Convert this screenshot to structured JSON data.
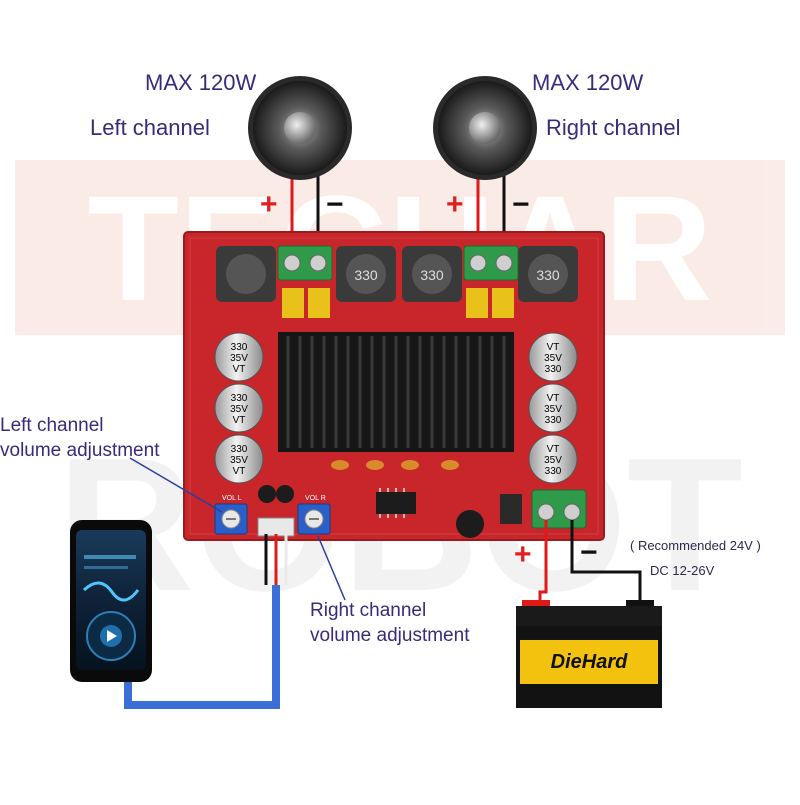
{
  "speakers": {
    "left": {
      "power": "MAX 120W",
      "channel": "Left channel"
    },
    "right": {
      "power": "MAX 120W",
      "channel": "Right channel"
    }
  },
  "polarity": {
    "plus": "+",
    "minus": "−"
  },
  "capacitors": {
    "line1": "330",
    "line2": "35V",
    "line3": "VT"
  },
  "inductor_label": "330",
  "pots": {
    "left_label": "VOL L",
    "right_label": "VOL R"
  },
  "annotations": {
    "left_volume": {
      "line1": "Left channel",
      "line2": "volume adjustment"
    },
    "right_volume": {
      "line1": "Right channel",
      "line2": "volume adjustment"
    },
    "power": {
      "recommended": "( Recommended 24V )",
      "range": "DC 12-26V"
    }
  },
  "battery": {
    "brand": "DieHard"
  },
  "watermark": {
    "top": "TECHAR",
    "bottom": "ROBOT"
  },
  "colors": {
    "board": "#c8262a",
    "label_text": "#3a2a7a",
    "terminal": "#2f9a4a",
    "wire_red": "#e01818",
    "wire_black": "#111111",
    "cable_blue": "#3a6fd8",
    "battery_yellow": "#f2c20f",
    "watermark": "#f6dcd2"
  }
}
